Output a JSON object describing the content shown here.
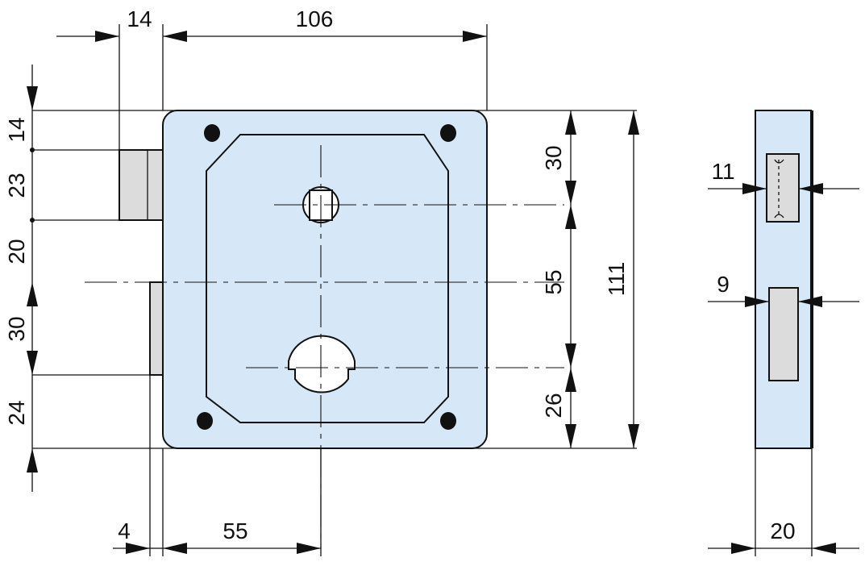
{
  "drawing": {
    "colors": {
      "plate_fill": "#d6e8f7",
      "stroke": "#111111",
      "bolt_fill": "#dcdcdc",
      "background": "#ffffff"
    },
    "dimensions": {
      "top_bolt_projection": "14",
      "top_width": "106",
      "left_top_offset": "14",
      "left_bolt_height": "23",
      "left_gap": "20",
      "left_latch_height": "30",
      "left_bottom": "24",
      "right_upper": "30",
      "right_middle": "55",
      "right_lower": "26",
      "overall_height": "111",
      "bottom_front_plate": "4",
      "bottom_center_offset": "55",
      "side_bolt_width": "11",
      "side_latch_width": "9",
      "side_depth": "20"
    }
  }
}
